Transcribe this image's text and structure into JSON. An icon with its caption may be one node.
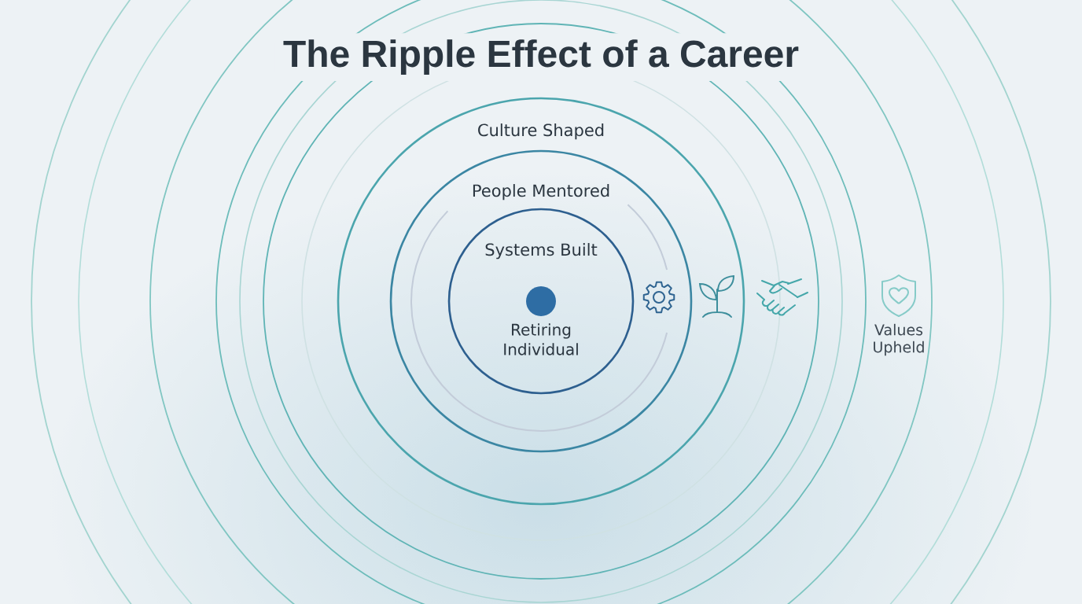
{
  "diagram": {
    "title": "The Ripple Effect of a Career",
    "nodes": [
      {
        "text": [
          "Culture Shaped"
        ]
      },
      {
        "text": [
          "People Mentored"
        ],
        "in": 0
      },
      {
        "text": [
          "Systems Built"
        ],
        "in": 1
      },
      {
        "text": [],
        "shape": "circle",
        "beside": [
          "Retiring Individual"
        ],
        "in": 2
      }
    ],
    "labels": [
      "Values Upheld"
    ]
  }
}
